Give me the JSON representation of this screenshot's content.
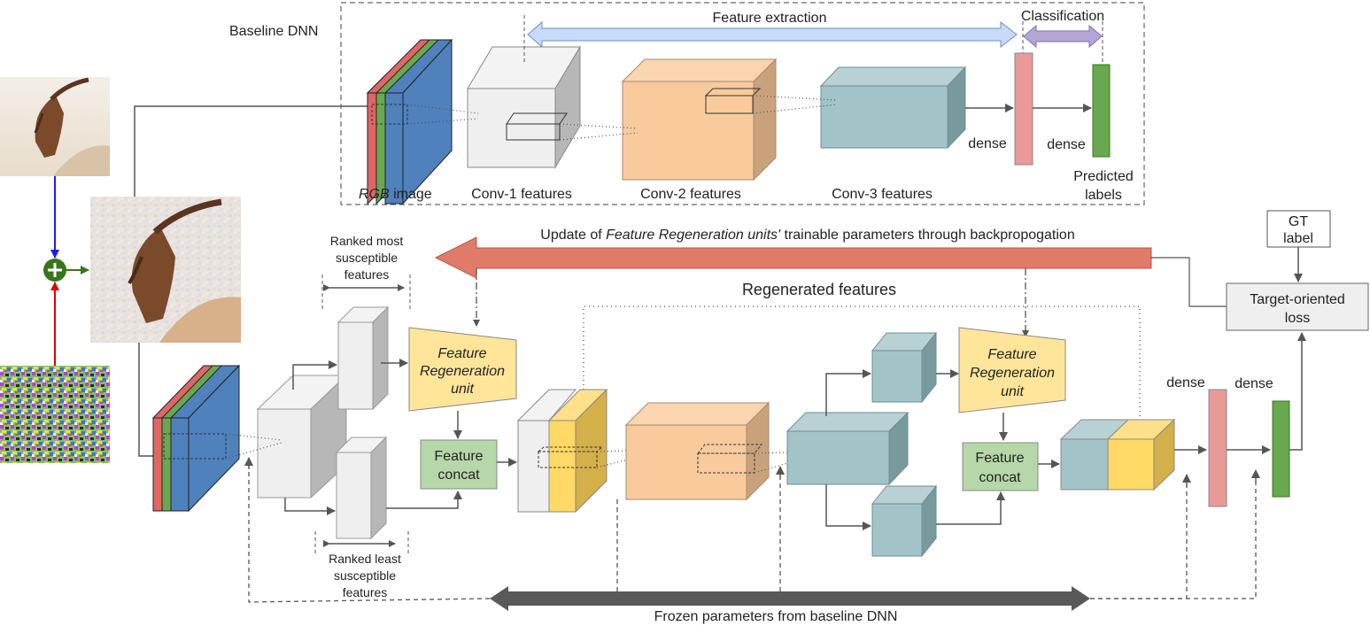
{
  "baseline": {
    "title": "Baseline DNN",
    "feature_extraction": "Feature extraction",
    "classification": "Classification",
    "rgb_italic": "RGB",
    "rgb_rest": " image",
    "conv1": "Conv-1 features",
    "conv2": "Conv-2 features",
    "conv3": "Conv-3 features",
    "dense1": "dense",
    "dense2": "dense",
    "predicted_line1": "Predicted",
    "predicted_line2": "labels"
  },
  "lower": {
    "update_pre": "Update of ",
    "update_italic": "Feature Regeneration units'",
    "update_post": " trainable parameters through backpropogation",
    "regenerated": "Regenerated features",
    "most_line1": "Ranked most",
    "most_line2": "susceptible",
    "most_line3": "features",
    "least_line1": "Ranked least",
    "least_line2": "susceptible",
    "least_line3": "features",
    "fr_line1": "Feature",
    "fr_line2": "Regeneration",
    "fr_line3": "unit",
    "concat_line1": "Feature",
    "concat_line2": "concat",
    "gt_line1": "GT",
    "gt_line2": "label",
    "loss_line1": "Target-oriented",
    "loss_line2": "loss",
    "dense1": "dense",
    "dense2": "dense",
    "frozen": "Frozen parameters from baseline DNN"
  },
  "colors": {
    "red": "#e06666",
    "green": "#6aa84f",
    "blue": "#4f81bd",
    "gray_face": "#efefef",
    "gray_side": "#b7b7b7",
    "orange_face": "#f9cb9c",
    "orange_side": "#c9a27c",
    "teal_face": "#a2c4c9",
    "teal_side": "#789a9f",
    "yellow_face": "#ffd966",
    "yellow_side": "#d4b04a",
    "fr_fill": "#ffe599",
    "concat_fill": "#b6d7a8",
    "back_arrow": "#e07b6a",
    "light_arrow": "#c9daf8",
    "purple_arrow": "#b4a7d6",
    "frozen_arrow": "#595959",
    "dense_pink": "#ea9999",
    "dense_green": "#6aa84f"
  }
}
